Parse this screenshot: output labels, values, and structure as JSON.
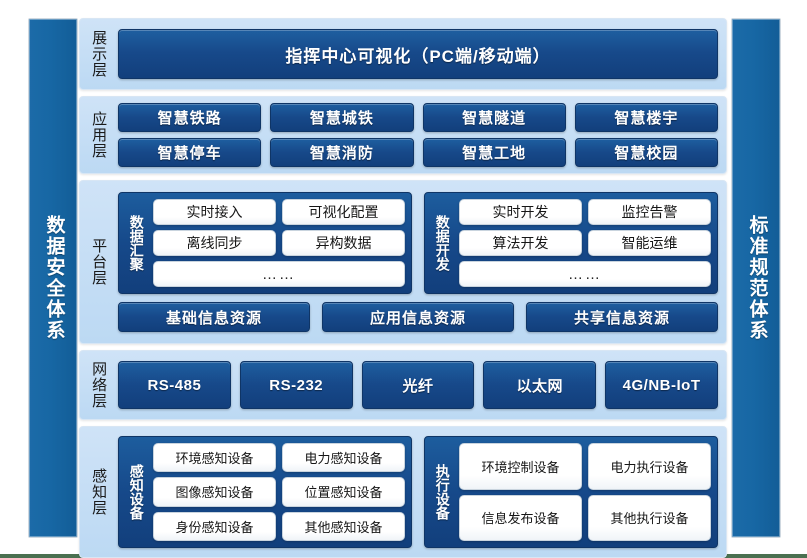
{
  "side_bars": {
    "left": {
      "label": "数据安全体系"
    },
    "right": {
      "label": "标准规范体系"
    }
  },
  "layers": {
    "presentation": {
      "label": "展示层",
      "banner": "指挥中心可视化（PC端/移动端）"
    },
    "application": {
      "label": "应用层",
      "items": [
        "智慧铁路",
        "智慧城铁",
        "智慧隧道",
        "智慧楼宇",
        "智慧停车",
        "智慧消防",
        "智慧工地",
        "智慧校园"
      ]
    },
    "platform": {
      "label": "平台层",
      "groups": [
        {
          "label": "数据汇聚",
          "cells": [
            "实时接入",
            "可视化配置",
            "离线同步",
            "异构数据"
          ],
          "more": "……"
        },
        {
          "label": "数据开发",
          "cells": [
            "实时开发",
            "监控告警",
            "算法开发",
            "智能运维"
          ],
          "more": "……"
        }
      ],
      "resources": [
        "基础信息资源",
        "应用信息资源",
        "共享信息资源"
      ]
    },
    "network": {
      "label": "网络层",
      "items": [
        "RS-485",
        "RS-232",
        "光纤",
        "以太网",
        "4G/NB-IoT"
      ]
    },
    "perception": {
      "label": "感知层",
      "groups": [
        {
          "label": "感知设备",
          "cells": [
            "环境感知设备",
            "电力感知设备",
            "图像感知设备",
            "位置感知设备",
            "身份感知设备",
            "其他感知设备"
          ]
        },
        {
          "label": "执行设备",
          "cells": [
            "环境控制设备",
            "电力执行设备",
            "信息发布设备",
            "其他执行设备"
          ]
        }
      ]
    }
  },
  "colors": {
    "dark_blue": "#17498a",
    "mid_blue": "#1c6ba8",
    "light_panel": "#c4dcf4",
    "white_box": "#ffffff",
    "page_bg": "#ffffff",
    "outside_bg": "#4a7050"
  }
}
